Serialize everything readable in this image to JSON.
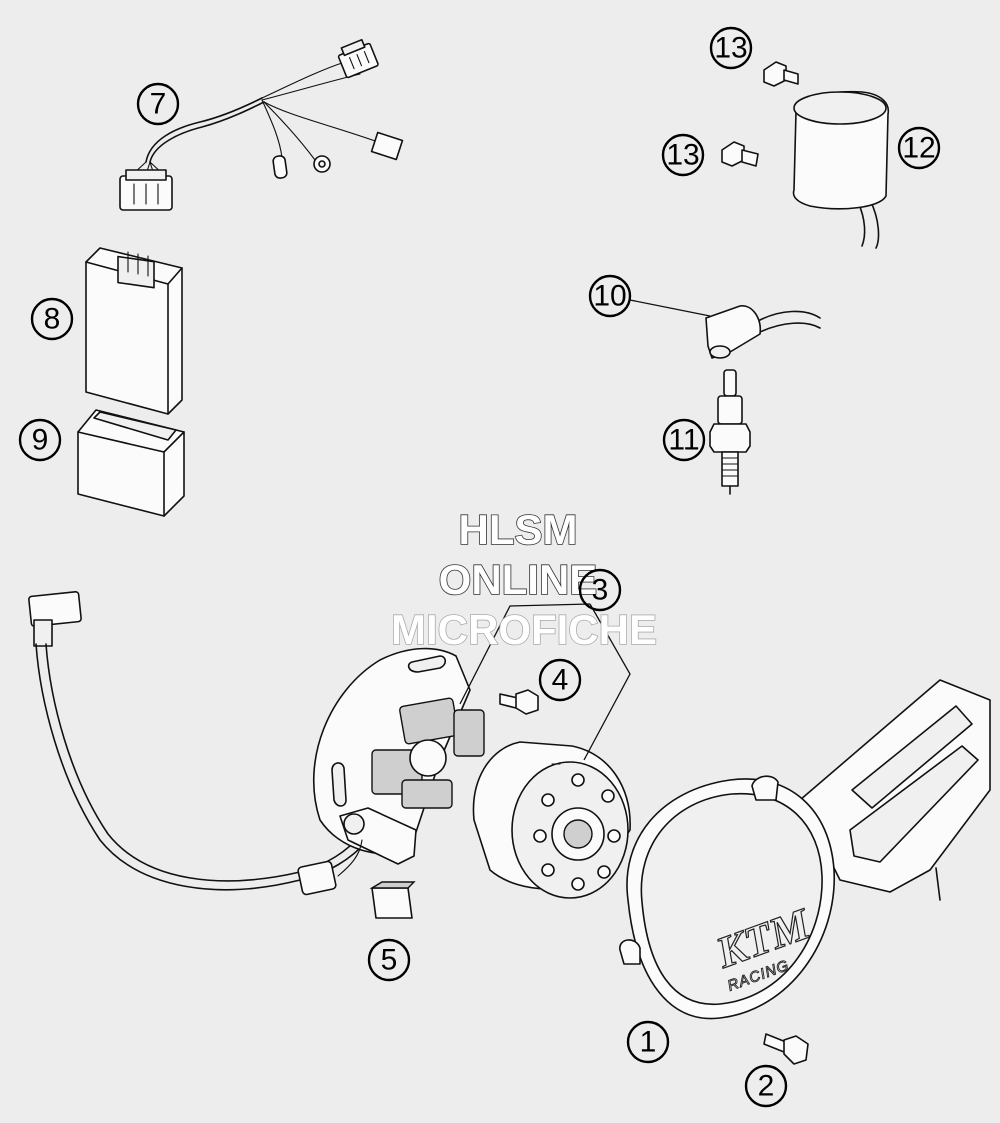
{
  "watermark": {
    "line1": "HLSM",
    "line2": "ONLINE",
    "line3": "MICROFICHE"
  },
  "cover_logo": {
    "brand": "KTM",
    "subline": "RACING"
  },
  "callouts": {
    "c1": "1",
    "c2": "2",
    "c3": "3",
    "c4": "4",
    "c5": "5",
    "c7": "7",
    "c8": "8",
    "c9": "9",
    "c10": "10",
    "c11": "11",
    "c12": "12",
    "c13a": "13",
    "c13b": "13"
  }
}
